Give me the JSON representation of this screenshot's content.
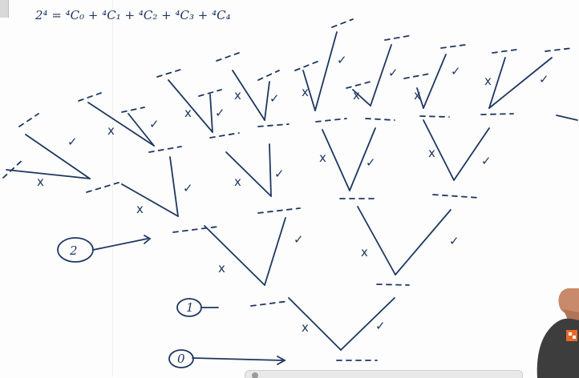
{
  "formula": {
    "text": "2⁴ = ⁴C₀ + ⁴C₁ + ⁴C₂ + ⁴C₃ + ⁴C₄"
  },
  "labels": {
    "stage_0": "0",
    "stage_1": "1",
    "stage_2": "2"
  },
  "marks": {
    "yes": "✓",
    "no": "x"
  },
  "colors": {
    "ink": "#1f3760",
    "board": "#fdfdfd",
    "presenter_shirt": "#3d3d3d",
    "presenter_skin": "#c88a6a",
    "logo": "#e8692a"
  }
}
